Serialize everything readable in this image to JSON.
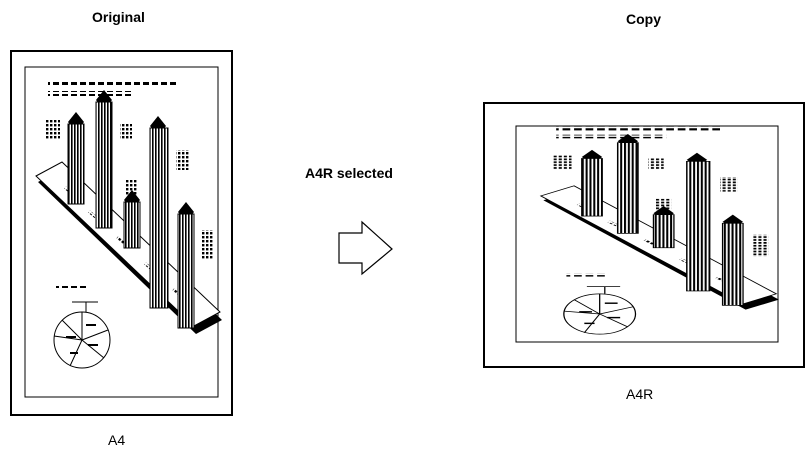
{
  "titles": {
    "original": "Original",
    "copy": "Copy"
  },
  "setting": {
    "selected_label": "A4R selected"
  },
  "captions": {
    "original_paper": "A4",
    "copy_paper": "A4R"
  },
  "icons": {
    "arrow": "right-arrow-outline-icon"
  }
}
